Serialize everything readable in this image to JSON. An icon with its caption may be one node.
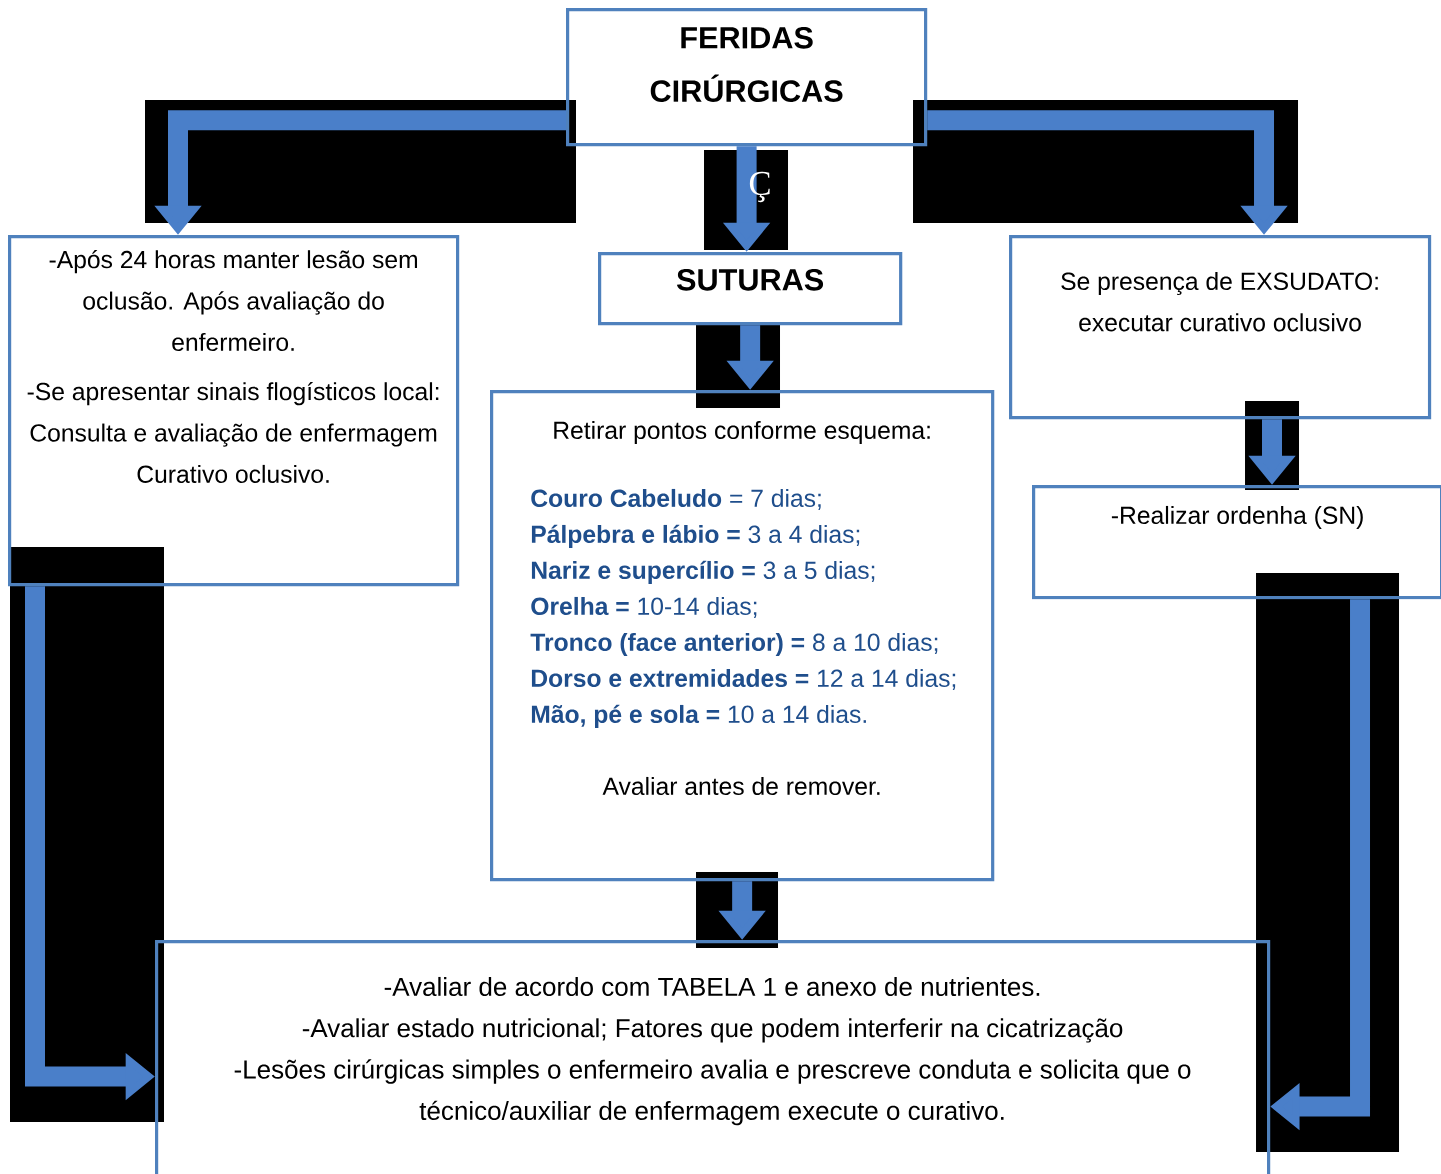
{
  "diagram": {
    "nodes": [
      {
        "text": [
          "FERIDAS CIRÚRGICAS"
        ]
      },
      {
        "text": [
          "-Após 24 horas manter lesão sem oclusão. Após avaliação do enfermeiro.",
          "-Se apresentar sinais flogísticos local: Consulta e avaliação de enfermagem Curativo oclusivo."
        ]
      },
      {
        "text": [
          "SUTURAS"
        ]
      },
      {
        "text": [
          "Se presença de EXSUDATO: executar curativo oclusivo"
        ]
      },
      {
        "text": [
          "Retirar pontos conforme esquema:",
          "**Couro Cabeludo** = 7 dias;",
          "**Pálpebra e lábio =** 3 a 4 dias;",
          "**Nariz e supercílio =** 3 a 5 dias;",
          "**Orelha =** 10-14 dias;",
          "**Tronco (face anterior) =** 8 a 10 dias;",
          "**Dorso e extremidades =** 12 a 14 dias;",
          "**Mão, pé e sola =** 10 a 14 dias.",
          "Avaliar antes de remover."
        ]
      },
      {
        "text": [
          "-Realizar ordenha (SN)"
        ]
      },
      {
        "text": [
          "-Avaliar de acordo com TABELA 1 e anexo de nutrientes.",
          "-Avaliar estado nutricional; Fatores que podem interferir na cicatrização",
          "-Lesões cirúrgicas simples o enfermeiro avalia e prescreve conduta e solicita que o técnico/auxiliar de enfermagem execute o curativo."
        ]
      }
    ],
    "edges": [
      {
        "from": 0,
        "to": 1,
        "arrow": "to"
      },
      {
        "from": 0,
        "to": 2,
        "arrow": "to"
      },
      {
        "from": 0,
        "to": 3,
        "arrow": "to"
      },
      {
        "from": 2,
        "to": 4,
        "arrow": "to"
      },
      {
        "from": 3,
        "to": 5,
        "arrow": "to"
      },
      {
        "from": 1,
        "to": 6,
        "arrow": "to"
      },
      {
        "from": 4,
        "to": 6,
        "arrow": "to"
      },
      {
        "from": 5,
        "to": 6,
        "arrow": "to"
      }
    ],
    "labels": [
      "Ç"
    ]
  }
}
